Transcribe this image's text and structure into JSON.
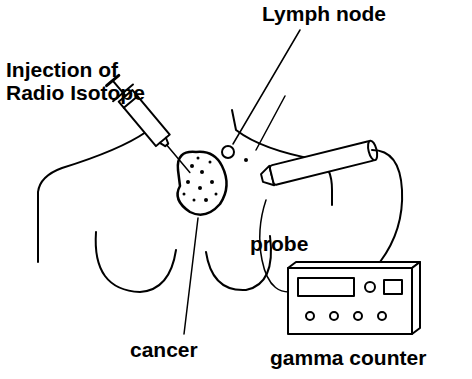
{
  "diagram": {
    "labels": [
      "Lymph node",
      "Injection of Radio Isotope",
      "probe",
      "cancer",
      "gamma counter"
    ]
  }
}
